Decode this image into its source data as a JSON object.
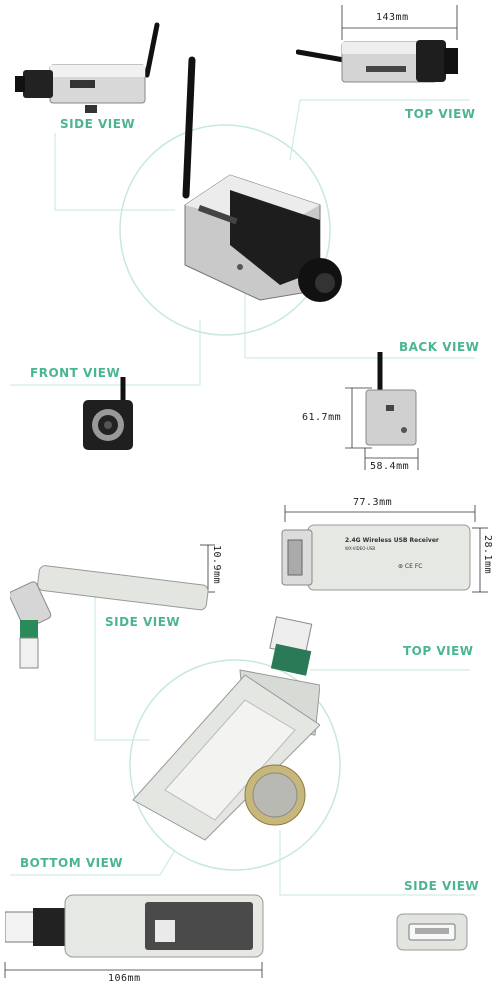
{
  "camera": {
    "labels": {
      "side_view": "SIDE VIEW",
      "top_view": "TOP VIEW",
      "back_view": "BACK  VIEW",
      "front_view": "FRONT VIEW"
    },
    "dimensions": {
      "length": "143mm",
      "height": "61.7mm",
      "width": "58.4mm"
    }
  },
  "receiver": {
    "labels": {
      "side_view": "SIDE VIEW",
      "top_view": "TOP VIEW",
      "bottom_view": "BOTTOM VIEW",
      "side_view_2": "SIDE  VIEW"
    },
    "dimensions": {
      "length": "77.3mm",
      "height": "28.1mm",
      "thickness": "10.9mm",
      "total_length": "106mm"
    },
    "product_text": {
      "title": "2.4G Wireless USB Receiver",
      "model": "WX-VIDEO-USB"
    }
  },
  "colors": {
    "label": "#4bb58f",
    "guide_line": "#bfe6d6"
  }
}
